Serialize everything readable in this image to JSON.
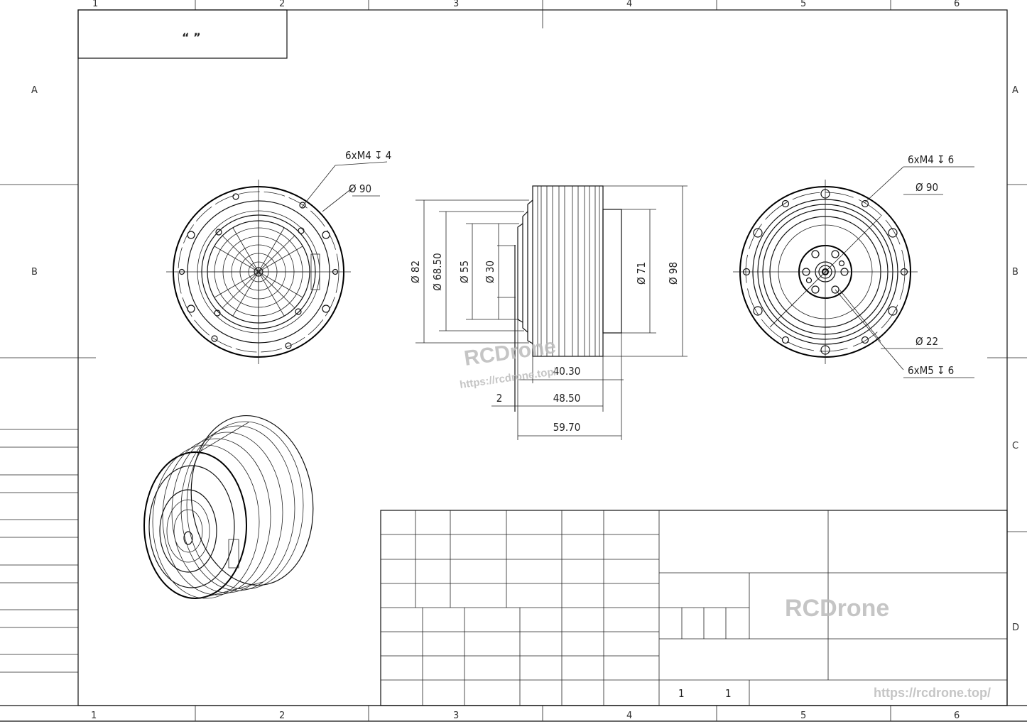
{
  "frame": {
    "columns": [
      "1",
      "2",
      "3",
      "4",
      "5",
      "6"
    ],
    "rows_left": [
      "A",
      "B"
    ],
    "rows_right": [
      "A",
      "B",
      "C",
      "D"
    ]
  },
  "title_box": {
    "text": "“ ”"
  },
  "front_view": {
    "holes_callout": "6xM4 ↧ 4",
    "bolt_circle": "Ø 90"
  },
  "side_view": {
    "dims": {
      "d82": "Ø 82",
      "d68": "Ø 68.50",
      "d55": "Ø 55",
      "d30": "Ø 30",
      "d71": "Ø 71",
      "d98": "Ø 98",
      "l40": "40.30",
      "l2": "2",
      "l48": "48.50",
      "l59": "59.70"
    }
  },
  "rear_view": {
    "holes_outer": "6xM4 ↧ 6",
    "bolt_circle": "Ø 90",
    "shaft": "Ø 22",
    "holes_inner": "6xM5 ↧ 6"
  },
  "title_block": {
    "sheet": "1",
    "of": "1"
  },
  "watermark": {
    "brand": "RCDrone",
    "url": "https://rcdrone.top/"
  }
}
